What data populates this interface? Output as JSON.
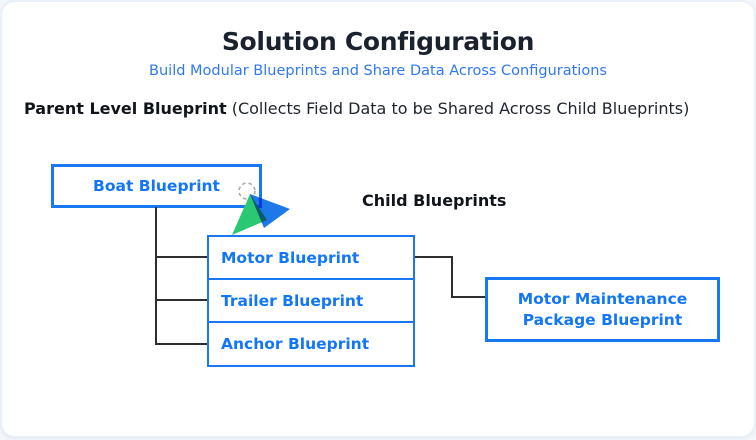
{
  "page": {
    "title": "Solution Configuration",
    "subtitle": "Build Modular Blueprints and Share Data Across Configurations",
    "parent_heading_bold": "Parent Level Blueprint",
    "parent_heading_rest": " (Collects Field Data to be Shared Across Child Blueprints)",
    "child_heading": "Child Blueprints"
  },
  "diagram": {
    "parent_box": {
      "label": "Boat Blueprint"
    },
    "child_boxes": [
      {
        "label": "Motor Blueprint"
      },
      {
        "label": "Trailer Blueprint"
      },
      {
        "label": "Anchor Blueprint"
      }
    ],
    "grandchild_box": {
      "label": "Motor Maintenance Package Blueprint"
    },
    "colors": {
      "accent_blue": "#1377f5",
      "border_blue": "#1778f2",
      "title_dark": "#1a2230",
      "connector": "#2e2e2e",
      "cursor_green": "#2bc873",
      "cursor_blue": "#1d78ea",
      "cursor_circle": "#a6abb3"
    }
  }
}
